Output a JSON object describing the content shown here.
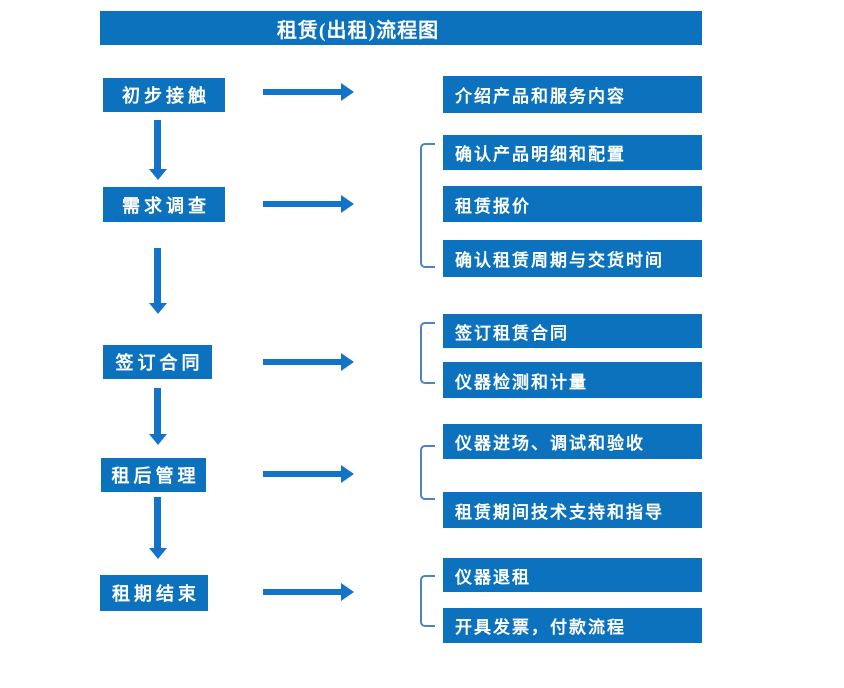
{
  "title": "租赁(出租)流程图",
  "colors": {
    "box_blue": "#0c72be",
    "arrow_blue": "#1373c9",
    "bracket_blue": "#4d84c1",
    "text_white": "#ffffff"
  },
  "flow": [
    {
      "step": "初步接触",
      "outputs": [
        "介绍产品和服务内容"
      ]
    },
    {
      "step": "需求调查",
      "outputs": [
        "确认产品明细和配置",
        "租赁报价",
        "确认租赁周期与交货时间"
      ]
    },
    {
      "step": "签订合同",
      "outputs": [
        "签订租赁合同",
        "仪器检测和计量"
      ]
    },
    {
      "step": "租后管理",
      "outputs": [
        "仪器进场、调试和验收",
        "租赁期间技术支持和指导"
      ]
    },
    {
      "step": "租期结束",
      "outputs": [
        "仪器退租",
        "开具发票，付款流程"
      ]
    }
  ]
}
